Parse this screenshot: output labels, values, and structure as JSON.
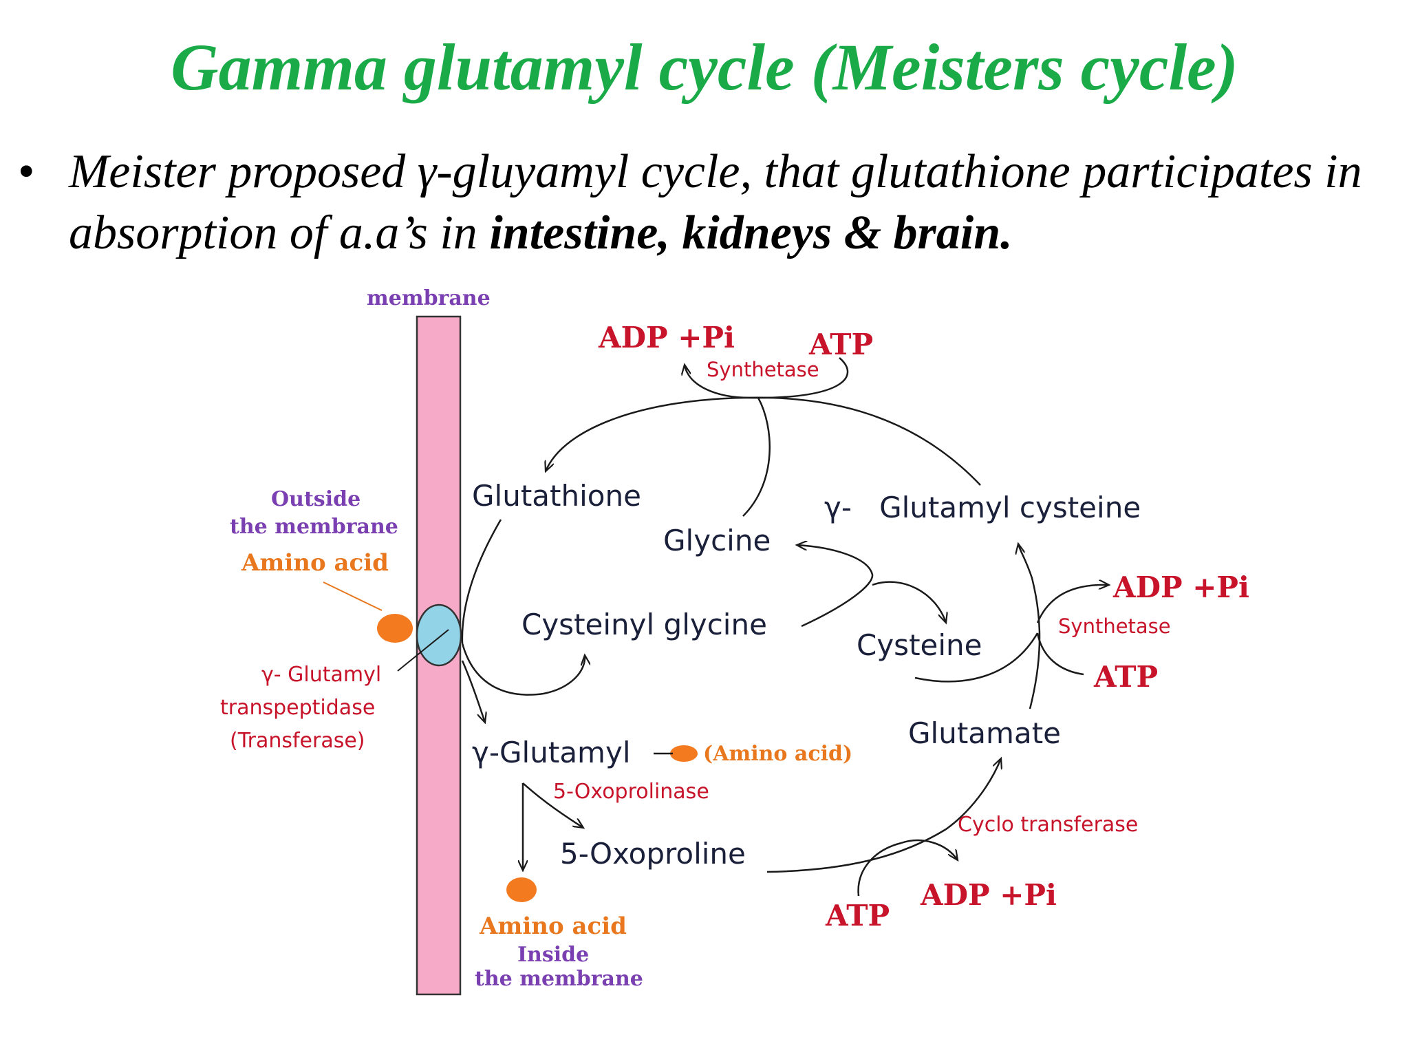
{
  "title": "Gamma glutamyl cycle (Meisters cycle)",
  "bullet": {
    "marker": "•",
    "text_part1": "Meister proposed γ-gluyamyl cycle, that glutathione participates in absorption of a.a’s in ",
    "text_bold": "intestine, kidneys & brain."
  },
  "diagram": {
    "membrane_label": "membrane",
    "outside_label_1": "Outside",
    "outside_label_2": "the membrane",
    "amino_acid_outside": "Amino acid",
    "transpeptidase_1": "γ- Glutamyl",
    "transpeptidase_2": "transpeptidase",
    "transpeptidase_3": "(Transferase)",
    "glutathione": "Glutathione",
    "glycine": "Glycine",
    "gamma_glutamylcysteine": "γ-   Glutamyl cysteine",
    "cysteinylglycine": "Cysteinyl glycine",
    "cysteine": "Cysteine",
    "glutamate": "Glutamate",
    "gamma_glutamyl": "γ-Glutamyl",
    "amino_acid_bound": "(Amino acid)",
    "oxoprolinase": "5-Oxoprolinase",
    "oxoproline": "5-Oxoproline",
    "cyclo_transferase": "Cyclo transferase",
    "amino_acid_inside": "Amino acid",
    "inside_label_1": "Inside",
    "inside_label_2": "the membrane",
    "synthetase_top": "Synthetase",
    "synthetase_right": "Synthetase",
    "adp_top": "ADP +Pi",
    "atp_top": "ATP",
    "adp_right": "ADP +Pi",
    "atp_right": "ATP",
    "adp_bottom": "ADP +Pi",
    "atp_bottom": "ATP"
  },
  "colors": {
    "title": "#1aab48",
    "membrane": "#f7a9c8",
    "transporter": "#92d3e8",
    "amino_acid": "#f47a20",
    "enzyme_text": "#c8142a"
  }
}
